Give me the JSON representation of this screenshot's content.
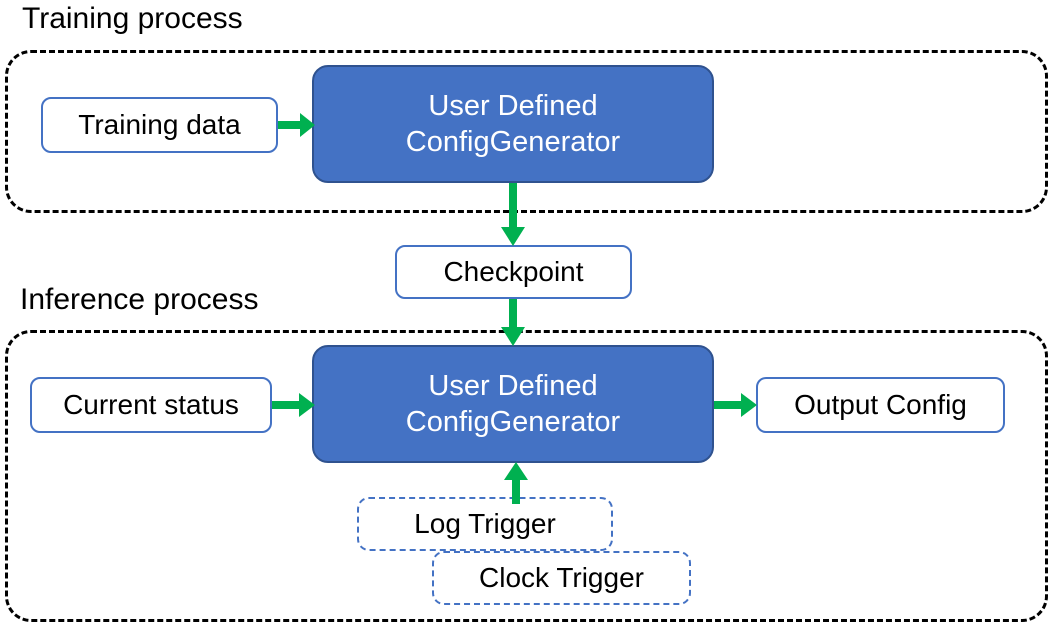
{
  "diagram": {
    "title_training": "Training process",
    "title_inference": "Inference process",
    "colors": {
      "node_blue_fill": "#4472C4",
      "node_blue_border": "#2F528F",
      "node_white_border": "#4472C4",
      "arrow_green": "#00B050",
      "group_border": "#000000",
      "text_dark": "#000000",
      "text_light": "#FFFFFF"
    },
    "nodes": {
      "training_data": "Training data",
      "config_generator_training_line1": "User Defined",
      "config_generator_training_line2": "ConfigGenerator",
      "checkpoint": "Checkpoint",
      "current_status": "Current status",
      "config_generator_inference_line1": "User Defined",
      "config_generator_inference_line2": "ConfigGenerator",
      "output_config": "Output Config",
      "log_trigger": "Log Trigger",
      "clock_trigger": "Clock Trigger"
    },
    "edges": [
      {
        "name": "training-data-to-generator",
        "from": "Training data",
        "to": "User Defined ConfigGenerator",
        "direction": "right"
      },
      {
        "name": "generator-to-checkpoint",
        "from": "User Defined ConfigGenerator",
        "to": "Checkpoint",
        "direction": "down"
      },
      {
        "name": "checkpoint-to-generator",
        "from": "Checkpoint",
        "to": "User Defined ConfigGenerator",
        "direction": "down"
      },
      {
        "name": "current-status-to-generator",
        "from": "Current status",
        "to": "User Defined ConfigGenerator",
        "direction": "right"
      },
      {
        "name": "generator-to-output-config",
        "from": "User Defined ConfigGenerator",
        "to": "Output Config",
        "direction": "right"
      },
      {
        "name": "triggers-to-generator",
        "from": "Log Trigger / Clock Trigger",
        "to": "User Defined ConfigGenerator",
        "direction": "up"
      }
    ]
  }
}
